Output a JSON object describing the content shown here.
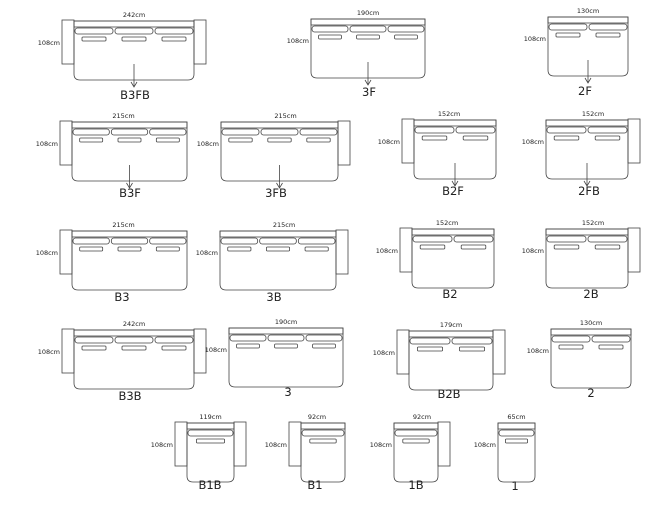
{
  "diagram": {
    "modules": [
      {
        "code": "B3FB",
        "width": "242cm",
        "depth": "108cm",
        "arms": "both",
        "seats": 3,
        "front": true
      },
      {
        "code": "3F",
        "width": "190cm",
        "depth": "108cm",
        "arms": "none",
        "seats": 3,
        "front": true
      },
      {
        "code": "2F",
        "width": "130cm",
        "depth": "108cm",
        "arms": "none",
        "seats": 2,
        "front": true
      },
      {
        "code": "B3F",
        "width": "215cm",
        "depth": "108cm",
        "arms": "left",
        "seats": 3,
        "front": true
      },
      {
        "code": "3FB",
        "width": "215cm",
        "depth": "108cm",
        "arms": "right",
        "seats": 3,
        "front": true
      },
      {
        "code": "B2F",
        "width": "152cm",
        "depth": "108cm",
        "arms": "left",
        "seats": 2,
        "front": true
      },
      {
        "code": "2FB",
        "width": "152cm",
        "depth": "108cm",
        "arms": "right",
        "seats": 2,
        "front": true
      },
      {
        "code": "B3",
        "width": "215cm",
        "depth": "108cm",
        "arms": "left",
        "seats": 3,
        "front": false
      },
      {
        "code": "3B",
        "width": "215cm",
        "depth": "108cm",
        "arms": "right",
        "seats": 3,
        "front": false
      },
      {
        "code": "B2",
        "width": "152cm",
        "depth": "108cm",
        "arms": "left",
        "seats": 2,
        "front": false
      },
      {
        "code": "2B",
        "width": "152cm",
        "depth": "108cm",
        "arms": "right",
        "seats": 2,
        "front": false
      },
      {
        "code": "B3B",
        "width": "242cm",
        "depth": "108cm",
        "arms": "both",
        "seats": 3,
        "front": false
      },
      {
        "code": "3",
        "width": "190cm",
        "depth": "108cm",
        "arms": "none",
        "seats": 3,
        "front": false
      },
      {
        "code": "B2B",
        "width": "179cm",
        "depth": "108cm",
        "arms": "both",
        "seats": 2,
        "front": false
      },
      {
        "code": "2",
        "width": "130cm",
        "depth": "108cm",
        "arms": "none",
        "seats": 2,
        "front": false
      },
      {
        "code": "B1B",
        "width": "119cm",
        "depth": "108cm",
        "arms": "both",
        "seats": 1,
        "front": false
      },
      {
        "code": "B1",
        "width": "92cm",
        "depth": "108cm",
        "arms": "left",
        "seats": 1,
        "front": false
      },
      {
        "code": "1B",
        "width": "92cm",
        "depth": "108cm",
        "arms": "right",
        "seats": 1,
        "front": false
      },
      {
        "code": "1",
        "width": "65cm",
        "depth": "108cm",
        "arms": "none",
        "seats": 1,
        "front": false
      }
    ]
  }
}
